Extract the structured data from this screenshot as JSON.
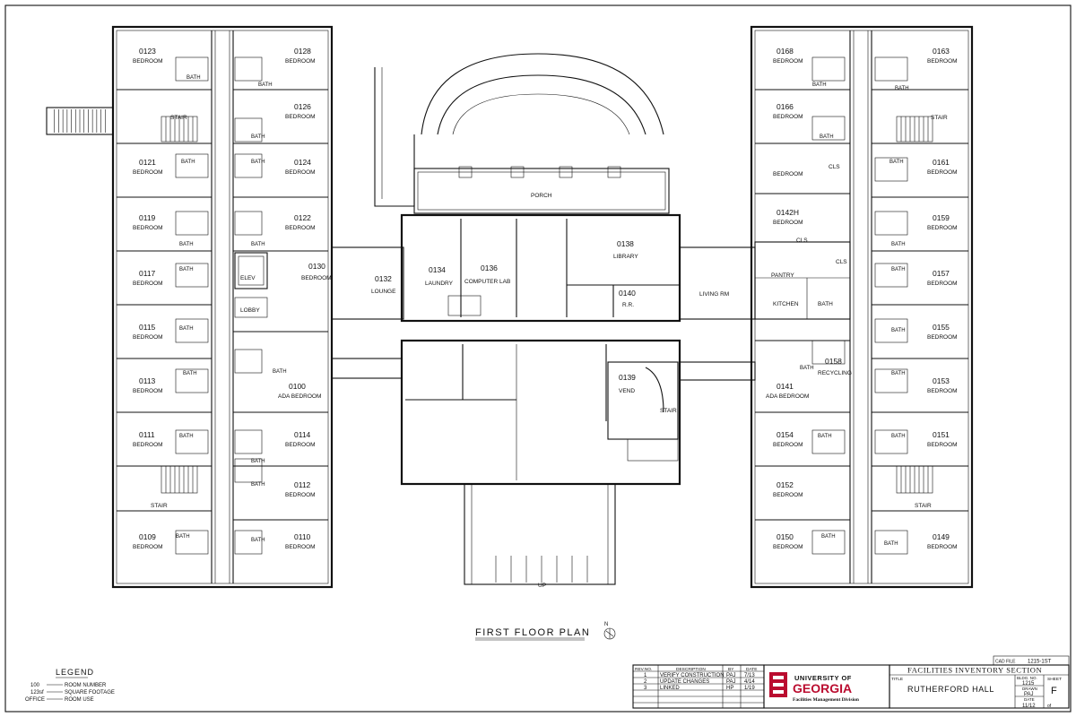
{
  "drawing": {
    "title": "FIRST FLOOR PLAN",
    "north_symbol": "N"
  },
  "legend": {
    "heading": "LEGEND",
    "rows": [
      {
        "key": "100",
        "desc": "ROOM NUMBER"
      },
      {
        "key": "123sf",
        "desc": "SQUARE FOOTAGE"
      },
      {
        "key": "OFFICE",
        "desc": "ROOM USE"
      }
    ]
  },
  "rooms_left_outer": [
    {
      "num": "0123",
      "use": "BEDROOM"
    },
    {
      "num": "0121",
      "use": "BEDROOM"
    },
    {
      "num": "0119",
      "use": "BEDROOM"
    },
    {
      "num": "0117",
      "use": "BEDROOM"
    },
    {
      "num": "0115",
      "use": "BEDROOM"
    },
    {
      "num": "0113",
      "use": "BEDROOM"
    },
    {
      "num": "0111",
      "use": "BEDROOM"
    },
    {
      "num": "0109",
      "use": "BEDROOM"
    }
  ],
  "rooms_left_inner": [
    {
      "num": "0128",
      "use": "BEDROOM"
    },
    {
      "num": "0126",
      "use": "BEDROOM"
    },
    {
      "num": "0124",
      "use": "BEDROOM"
    },
    {
      "num": "0122",
      "use": "BEDROOM"
    },
    {
      "num": "0100",
      "use": "ADA BEDROOM"
    },
    {
      "num": "0114",
      "use": "BEDROOM"
    },
    {
      "num": "0112",
      "use": "BEDROOM"
    },
    {
      "num": "0110",
      "use": "BEDROOM"
    }
  ],
  "rooms_right_inner": [
    {
      "num": "0168",
      "use": "BEDROOM"
    },
    {
      "num": "0166",
      "use": "BEDROOM"
    },
    {
      "num": "",
      "use": "BEDROOM"
    },
    {
      "num": "0142H",
      "use": "BEDROOM"
    },
    {
      "num": "0141",
      "use": "ADA BEDROOM"
    },
    {
      "num": "0154",
      "use": "BEDROOM"
    },
    {
      "num": "0152",
      "use": "BEDROOM"
    },
    {
      "num": "0150",
      "use": "BEDROOM"
    }
  ],
  "rooms_right_outer": [
    {
      "num": "0163",
      "use": "BEDROOM"
    },
    {
      "num": "0161",
      "use": "BEDROOM"
    },
    {
      "num": "0159",
      "use": "BEDROOM"
    },
    {
      "num": "0157",
      "use": "BEDROOM"
    },
    {
      "num": "0155",
      "use": "BEDROOM"
    },
    {
      "num": "0153",
      "use": "BEDROOM"
    },
    {
      "num": "0151",
      "use": "BEDROOM"
    },
    {
      "num": "0149",
      "use": "BEDROOM"
    }
  ],
  "center_rooms": {
    "porch": "PORCH",
    "r0130": {
      "num": "0130",
      "use": "BEDROOM"
    },
    "r0132": {
      "num": "0132",
      "use": "LOUNGE"
    },
    "r0134": {
      "num": "0134",
      "use": "LAUNDRY"
    },
    "r0136": {
      "num": "0136",
      "use": "COMPUTER LAB"
    },
    "r0138": {
      "num": "0138",
      "use": "LIBRARY"
    },
    "r0140": {
      "num": "0140",
      "use": "R.R."
    },
    "r0139": {
      "num": "0139",
      "use": "VEND"
    },
    "r0158": {
      "num": "0158",
      "use": "RECYCLING"
    },
    "living": "LIVING RM",
    "pantry": "PANTRY",
    "kitchen": "KITCHEN",
    "bath": "BATH",
    "elev": "ELEV",
    "lobby": "LOBBY",
    "stair": "STAIR",
    "cls": "CLS",
    "up": "UP"
  },
  "title_block": {
    "cad_file_label": "CAD FILE",
    "cad_file": "1215-1ST",
    "section_title": "FACILITIES INVENTORY SECTION",
    "title_label": "TITLE",
    "building_name": "RUTHERFORD HALL",
    "bldg_no_label": "BLDG. NO.",
    "bldg_no": "1215",
    "sheet_label": "SHEET",
    "sheet": "F",
    "drawn_label": "DRAWN",
    "drawn": "PAJ",
    "date_label": "DATE",
    "date": "11/12",
    "of_label": "of",
    "university_line1": "UNIVERSITY OF",
    "university_line2": "GEORGIA",
    "department": "Facilities Management Division",
    "revision_headers": [
      "REV.NO.",
      "DESCRIPTION",
      "BY",
      "DATE"
    ],
    "revisions": [
      {
        "no": "1",
        "desc": "VERIFY CONSTRUCTION",
        "by": "PAJ",
        "date": "7/13"
      },
      {
        "no": "2",
        "desc": "UPDATE CHANGES",
        "by": "PAJ",
        "date": "4/14"
      },
      {
        "no": "3",
        "desc": "LINKED",
        "by": "HP",
        "date": "1/19"
      }
    ],
    "logo_color": "#ba0c2f"
  }
}
